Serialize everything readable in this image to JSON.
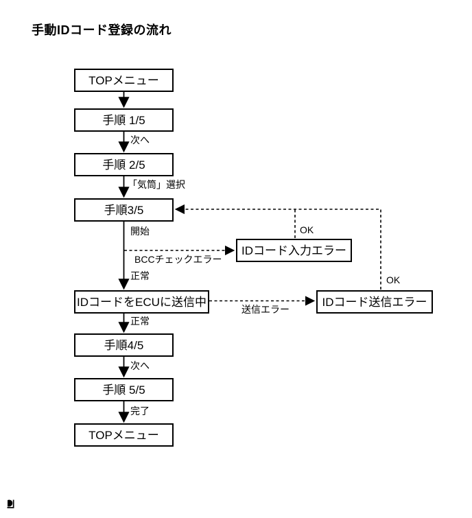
{
  "title": "手動IDコード登録の流れ",
  "diagram": {
    "type": "flowchart",
    "nodes": {
      "top_menu_start": {
        "label": "TOPメニュー"
      },
      "step_1": {
        "label": "手順 1/5"
      },
      "step_2": {
        "label": "手順 2/5"
      },
      "step_3": {
        "label": "手順3/5"
      },
      "sending_id_to_ecu": {
        "label": "IDコードをECUに送信中"
      },
      "step_4": {
        "label": "手順4/5"
      },
      "step_5": {
        "label": "手順 5/5"
      },
      "top_menu_end": {
        "label": "TOPメニュー"
      },
      "id_input_error": {
        "label": "IDコード入力エラー"
      },
      "id_send_error": {
        "label": "IDコード送信エラー"
      }
    },
    "edge_labels": {
      "next_1": "次へ",
      "cylinder_select": "「気筒」選択",
      "start": "開始",
      "bcc_check_error": "BCCチェックエラー",
      "normal_1": "正常",
      "ok_input_error": "OK",
      "send_error": "送信エラー",
      "ok_send_error": "OK",
      "normal_2": "正常",
      "next_2": "次へ",
      "done": "完了"
    },
    "edges": [
      {
        "from": "top_menu_start",
        "to": "step_1",
        "style": "solid",
        "label": ""
      },
      {
        "from": "step_1",
        "to": "step_2",
        "style": "solid",
        "label": "次へ"
      },
      {
        "from": "step_2",
        "to": "step_3",
        "style": "solid",
        "label": "「気筒」選択"
      },
      {
        "from": "step_3",
        "to": "sending_id_to_ecu",
        "style": "solid",
        "label": "開始 / 正常"
      },
      {
        "from": "step_3",
        "to": "id_input_error",
        "style": "dashed",
        "label": "BCCチェックエラー"
      },
      {
        "from": "id_input_error",
        "to": "step_3",
        "style": "dashed",
        "label": "OK"
      },
      {
        "from": "sending_id_to_ecu",
        "to": "id_send_error",
        "style": "dashed",
        "label": "送信エラー"
      },
      {
        "from": "id_send_error",
        "to": "step_3",
        "style": "dashed",
        "label": "OK"
      },
      {
        "from": "sending_id_to_ecu",
        "to": "step_4",
        "style": "solid",
        "label": "正常"
      },
      {
        "from": "step_4",
        "to": "step_5",
        "style": "solid",
        "label": "次へ"
      },
      {
        "from": "step_5",
        "to": "top_menu_end",
        "style": "solid",
        "label": "完了"
      }
    ],
    "colors": {
      "background": "#ffffff",
      "line": "#000000",
      "box_border": "#000000",
      "box_fill": "#ffffff",
      "text": "#000000"
    }
  }
}
